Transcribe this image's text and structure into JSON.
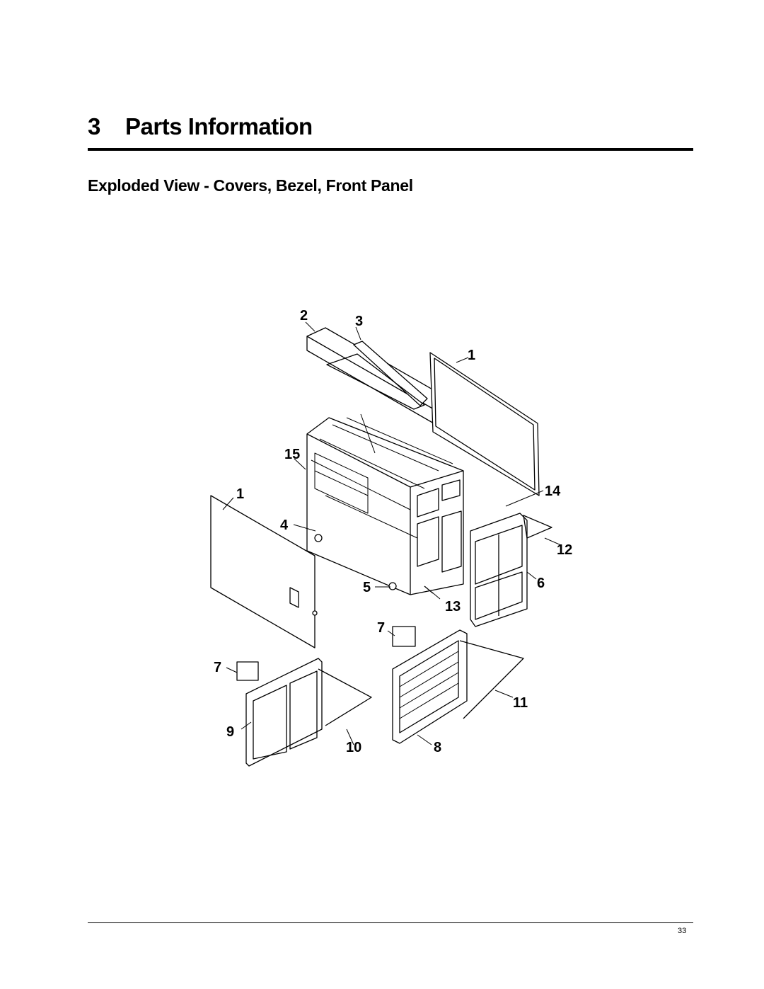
{
  "chapter": {
    "number": "3",
    "title": "Parts Information"
  },
  "section": {
    "title": "Exploded View - Covers, Bezel, Front Panel"
  },
  "diagram": {
    "callouts": {
      "c2": "2",
      "c3": "3",
      "c1a": "1",
      "c15": "15",
      "c1b": "1",
      "c14": "14",
      "c4": "4",
      "c12": "12",
      "c5": "5",
      "c6": "6",
      "c13": "13",
      "c7a": "7",
      "c7b": "7",
      "c11": "11",
      "c9": "9",
      "c10": "10",
      "c8": "8"
    }
  },
  "footer": {
    "page_number": "33"
  }
}
